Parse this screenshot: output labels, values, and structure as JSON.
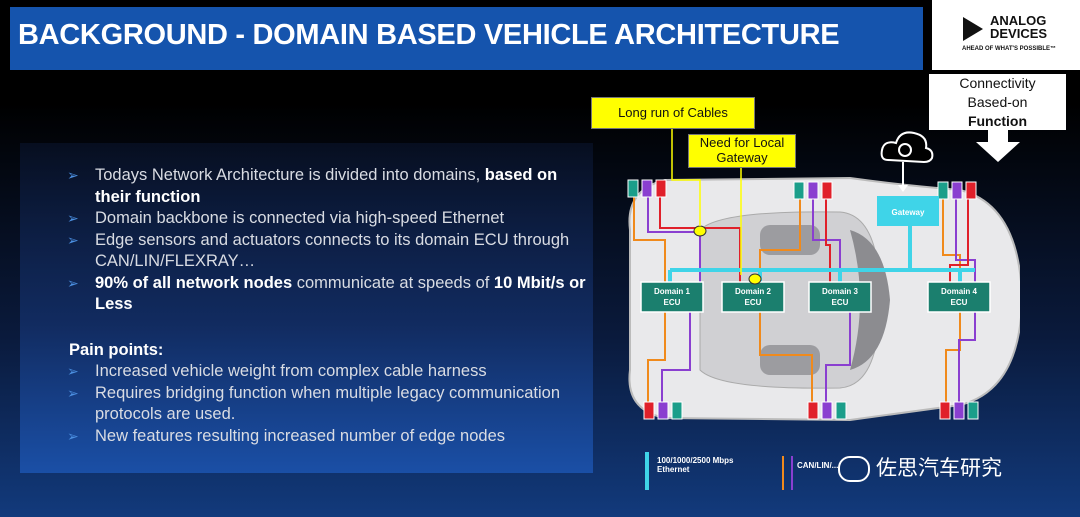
{
  "header": {
    "title": "BACKGROUND - DOMAIN BASED VEHICLE ARCHITECTURE",
    "logo_line1": "ANALOG",
    "logo_line2": "DEVICES",
    "logo_tagline": "AHEAD OF WHAT'S POSSIBLE™"
  },
  "bullets": [
    {
      "normal": "Todays Network Architecture is divided into domains, ",
      "bold": "based on their function",
      "after": ""
    },
    {
      "normal": "Domain backbone is connected via high-speed Ethernet",
      "bold": "",
      "after": ""
    },
    {
      "normal": "Edge sensors and actuators connects to its domain ECU through CAN/LIN/FLEXRAY…",
      "bold": "",
      "after": ""
    },
    {
      "bold_first": "90% of all network nodes",
      "normal": " communicate at speeds of ",
      "bold": "10 Mbit/s or Less"
    }
  ],
  "pain": {
    "heading": "Pain points:",
    "items": [
      "Increased vehicle weight from complex cable harness",
      "Requires bridging function  when multiple legacy communication  protocols are used.",
      "New features resulting increased number of edge nodes"
    ]
  },
  "diagram": {
    "callout_cables": "Long run of Cables",
    "callout_gateway_need": "Need for Local Gateway",
    "callout_conn_1": "Connectivity",
    "callout_conn_2": "Based-on",
    "callout_conn_3": "Function",
    "gateway": "Gateway",
    "ecus": [
      {
        "line1": "Domain 1",
        "line2": "ECU"
      },
      {
        "line1": "Domain 2",
        "line2": "ECU"
      },
      {
        "line1": "Domain 3",
        "line2": "ECU"
      },
      {
        "line1": "Domain 4",
        "line2": "ECU"
      }
    ],
    "colors": {
      "ethernet": "#3fd4e8",
      "can": "#f08a1c",
      "lin": "#8a3fd0",
      "ecu": "#1b7f6e"
    }
  },
  "legend": {
    "ethernet_line1": "100/1000/2500 Mbps",
    "ethernet_line2": "Ethernet",
    "can": "CAN/LIN/..."
  },
  "watermark": "佐思汽车研究"
}
